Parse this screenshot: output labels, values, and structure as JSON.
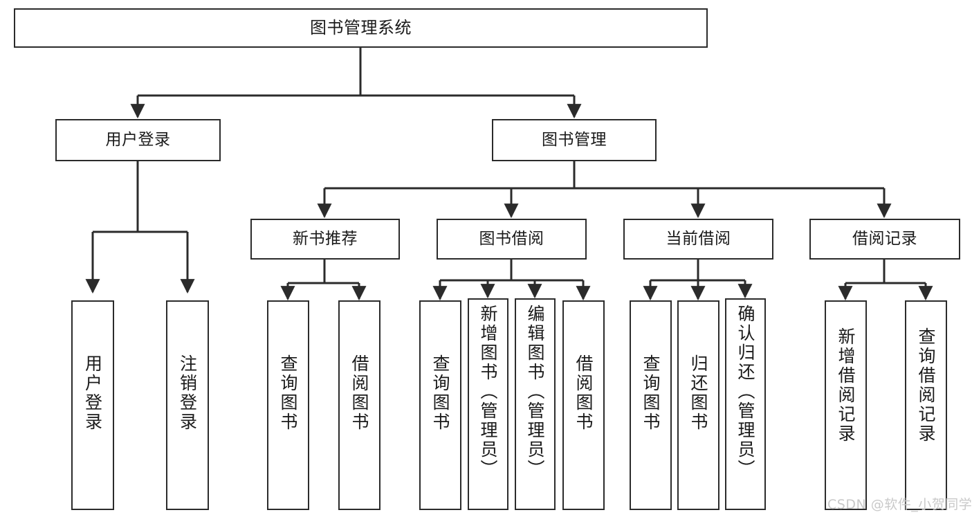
{
  "diagram": {
    "type": "tree-hierarchy",
    "title": "图书管理系统",
    "watermark": "CSDN @软件_小贺同学",
    "colors": {
      "box_border": "#2b2b2b",
      "box_fill": "#ffffff",
      "edge": "#2b2b2b",
      "text": "#1a1a1a",
      "watermark": "#c9c9c9",
      "background": "#ffffff"
    },
    "nodes": {
      "root": {
        "id": "root",
        "label": "图书管理系统",
        "level": 0,
        "orientation": "horizontal"
      },
      "user_login": {
        "id": "user_login",
        "label": "用户登录",
        "level": 1,
        "orientation": "horizontal"
      },
      "book_manage": {
        "id": "book_manage",
        "label": "图书管理",
        "level": 1,
        "orientation": "horizontal"
      },
      "new_book_rec": {
        "id": "new_book_rec",
        "label": "新书推荐",
        "level": 2,
        "orientation": "horizontal"
      },
      "book_borrow": {
        "id": "book_borrow",
        "label": "图书借阅",
        "level": 2,
        "orientation": "horizontal"
      },
      "current_borrow": {
        "id": "current_borrow",
        "label": "当前借阅",
        "level": 2,
        "orientation": "horizontal"
      },
      "borrow_record": {
        "id": "borrow_record",
        "label": "借阅记录",
        "level": 2,
        "orientation": "horizontal"
      },
      "leaf_user_login": {
        "id": "leaf_user_login",
        "label": "用户登录",
        "level": 2,
        "orientation": "vertical"
      },
      "leaf_logout": {
        "id": "leaf_logout",
        "label": "注销登录",
        "level": 2,
        "orientation": "vertical"
      },
      "leaf_query_book_1": {
        "id": "leaf_query_book_1",
        "label": "查询图书",
        "level": 3,
        "orientation": "vertical"
      },
      "leaf_borrow_book_1": {
        "id": "leaf_borrow_book_1",
        "label": "借阅图书",
        "level": 3,
        "orientation": "vertical"
      },
      "leaf_query_book_2": {
        "id": "leaf_query_book_2",
        "label": "查询图书",
        "level": 3,
        "orientation": "vertical"
      },
      "leaf_add_book": {
        "id": "leaf_add_book",
        "label": "新增图书（管理员）",
        "level": 3,
        "orientation": "vertical"
      },
      "leaf_edit_book": {
        "id": "leaf_edit_book",
        "label": "编辑图书（管理员）",
        "level": 3,
        "orientation": "vertical"
      },
      "leaf_borrow_book_2": {
        "id": "leaf_borrow_book_2",
        "label": "借阅图书",
        "level": 3,
        "orientation": "vertical"
      },
      "leaf_query_book_3": {
        "id": "leaf_query_book_3",
        "label": "查询图书",
        "level": 3,
        "orientation": "vertical"
      },
      "leaf_return_book": {
        "id": "leaf_return_book",
        "label": "归还图书",
        "level": 3,
        "orientation": "vertical"
      },
      "leaf_confirm_return": {
        "id": "leaf_confirm_return",
        "label": "确认归还（管理员）",
        "level": 3,
        "orientation": "vertical"
      },
      "leaf_add_record": {
        "id": "leaf_add_record",
        "label": "新增借阅记录",
        "level": 3,
        "orientation": "vertical"
      },
      "leaf_query_record": {
        "id": "leaf_query_record",
        "label": "查询借阅记录",
        "level": 3,
        "orientation": "vertical"
      }
    },
    "edges": [
      {
        "from": "root",
        "to": "user_login"
      },
      {
        "from": "root",
        "to": "book_manage"
      },
      {
        "from": "user_login",
        "to": "leaf_user_login"
      },
      {
        "from": "user_login",
        "to": "leaf_logout"
      },
      {
        "from": "book_manage",
        "to": "new_book_rec"
      },
      {
        "from": "book_manage",
        "to": "book_borrow"
      },
      {
        "from": "book_manage",
        "to": "current_borrow"
      },
      {
        "from": "book_manage",
        "to": "borrow_record"
      },
      {
        "from": "new_book_rec",
        "to": "leaf_query_book_1"
      },
      {
        "from": "new_book_rec",
        "to": "leaf_borrow_book_1"
      },
      {
        "from": "book_borrow",
        "to": "leaf_query_book_2"
      },
      {
        "from": "book_borrow",
        "to": "leaf_add_book"
      },
      {
        "from": "book_borrow",
        "to": "leaf_edit_book"
      },
      {
        "from": "book_borrow",
        "to": "leaf_borrow_book_2"
      },
      {
        "from": "current_borrow",
        "to": "leaf_query_book_3"
      },
      {
        "from": "current_borrow",
        "to": "leaf_return_book"
      },
      {
        "from": "current_borrow",
        "to": "leaf_confirm_return"
      },
      {
        "from": "borrow_record",
        "to": "leaf_add_record"
      },
      {
        "from": "borrow_record",
        "to": "leaf_query_record"
      }
    ]
  }
}
